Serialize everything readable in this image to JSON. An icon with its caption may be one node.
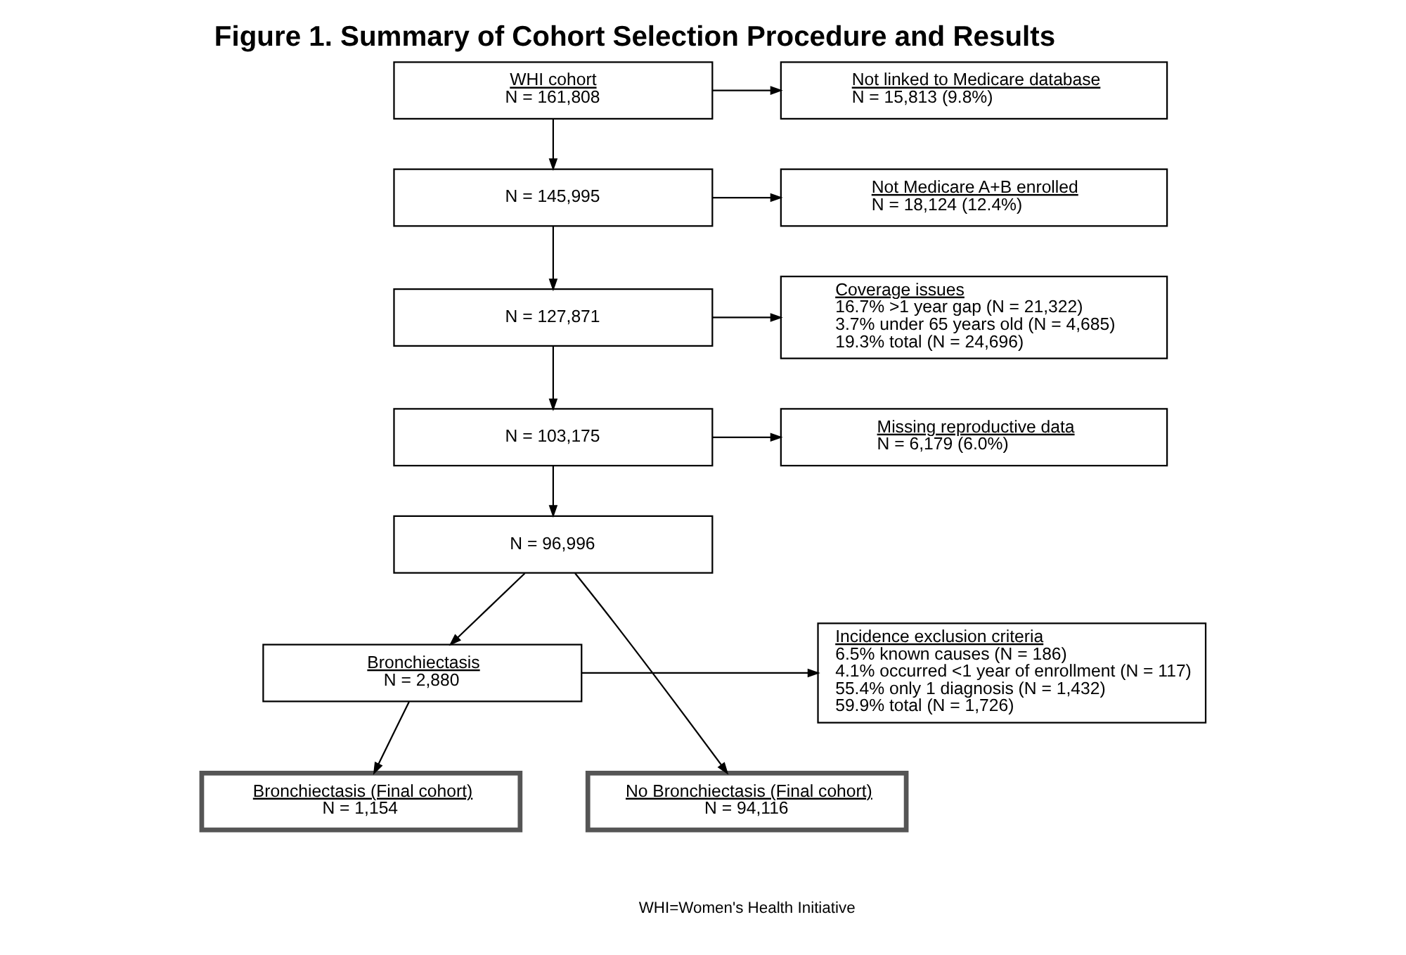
{
  "diagram": {
    "title": "Figure 1. Summary of Cohort Selection Procedure and Results",
    "nodes": [
      {
        "text": [
          "WHI cohort",
          "N = 161,808"
        ]
      },
      {
        "text": [
          "Not linked to Medicare database",
          "N = 15,813 (9.8%)"
        ]
      },
      {
        "text": [
          "N = 145,995"
        ]
      },
      {
        "text": [
          "Not Medicare A+B enrolled",
          "N = 18,124 (12.4%)"
        ]
      },
      {
        "text": [
          "N = 127,871"
        ]
      },
      {
        "text": [
          "Coverage issues",
          "16.7% >1 year gap (N = 21,322)",
          "3.7% under 65 years old (N = 4,685)",
          "19.3% total (N = 24,696)"
        ]
      },
      {
        "text": [
          "N = 103,175"
        ]
      },
      {
        "text": [
          "Missing reproductive data",
          "N = 6,179 (6.0%)"
        ]
      },
      {
        "text": [
          "N = 96,996"
        ]
      },
      {
        "text": [
          "Bronchiectasis",
          "N = 2,880"
        ]
      },
      {
        "text": [
          "Incidence exclusion criteria",
          "6.5% known causes (N = 186)",
          "4.1% occurred <1 year of enrollment (N = 117)",
          "55.4% only 1 diagnosis (N = 1,432)",
          "59.9% total (N = 1,726)"
        ]
      },
      {
        "text": [
          "No Bronchiectasis (Final cohort)",
          "N = 94,116"
        ]
      },
      {
        "text": [
          "Bronchiectasis (Final cohort)",
          "N = 1,154"
        ]
      }
    ],
    "edges": [
      {
        "from": 0,
        "to": 1,
        "arrow": "to"
      },
      {
        "from": 0,
        "to": 2,
        "arrow": "to"
      },
      {
        "from": 2,
        "to": 3,
        "arrow": "to"
      },
      {
        "from": 2,
        "to": 4,
        "arrow": "to"
      },
      {
        "from": 4,
        "to": 5,
        "arrow": "to"
      },
      {
        "from": 4,
        "to": 6,
        "arrow": "to"
      },
      {
        "from": 6,
        "to": 7,
        "arrow": "to"
      },
      {
        "from": 6,
        "to": 8,
        "arrow": "to"
      },
      {
        "from": 8,
        "to": 11,
        "arrow": "to"
      },
      {
        "from": 8,
        "to": 9,
        "arrow": "to"
      },
      {
        "from": 9,
        "to": 10,
        "arrow": "to"
      },
      {
        "from": 9,
        "to": 12,
        "arrow": "to"
      }
    ],
    "labels": [
      "WHI=Women's Health Initiative"
    ]
  }
}
